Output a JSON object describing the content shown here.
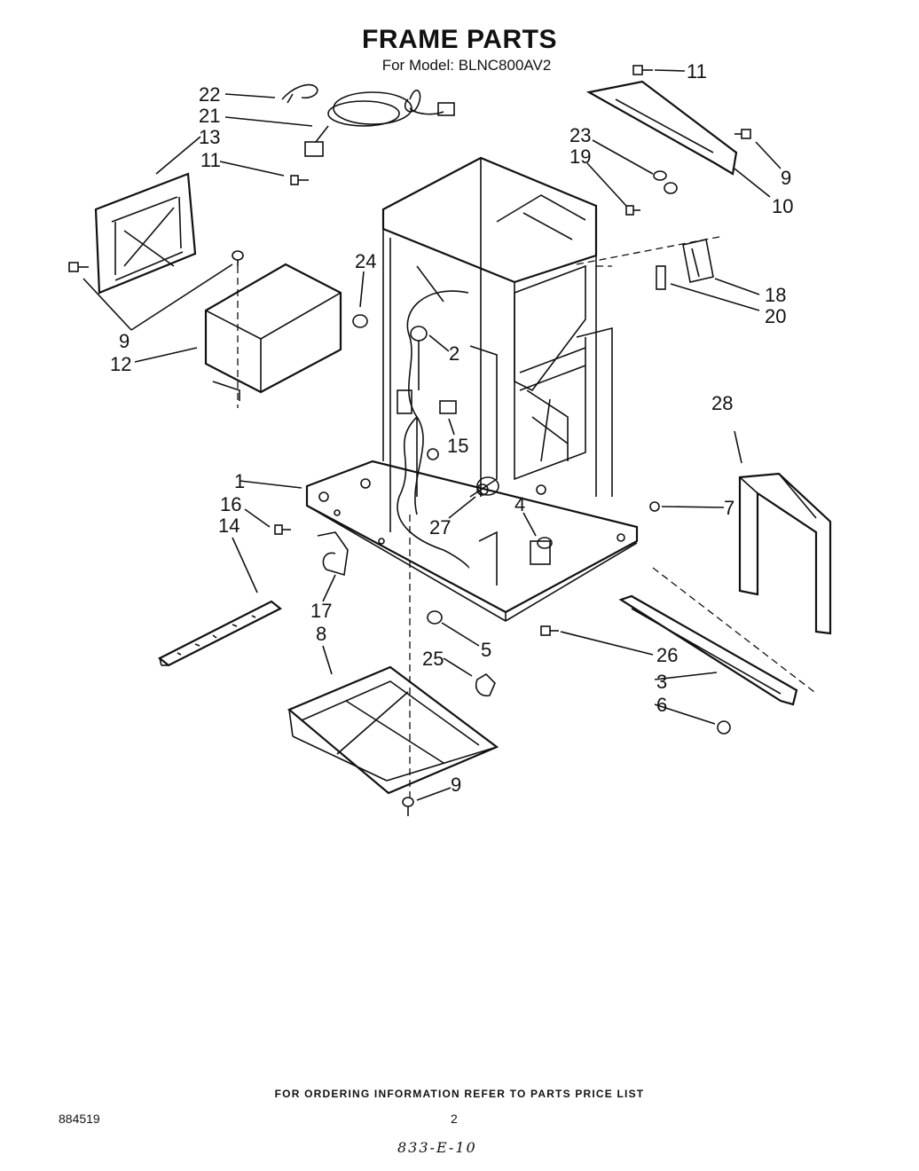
{
  "header": {
    "title": "FRAME PARTS",
    "subtitle": "For Model: BLNC800AV2"
  },
  "callouts": [
    {
      "key": "c22",
      "text": "22"
    },
    {
      "key": "c21",
      "text": "21"
    },
    {
      "key": "c13",
      "text": "13"
    },
    {
      "key": "c11a",
      "text": "11"
    },
    {
      "key": "c9a",
      "text": "9"
    },
    {
      "key": "c12",
      "text": "12"
    },
    {
      "key": "c24",
      "text": "24"
    },
    {
      "key": "c2",
      "text": "2"
    },
    {
      "key": "c15",
      "text": "15"
    },
    {
      "key": "c1",
      "text": "1"
    },
    {
      "key": "c16",
      "text": "16"
    },
    {
      "key": "c14",
      "text": "14"
    },
    {
      "key": "c27",
      "text": "27"
    },
    {
      "key": "c4",
      "text": "4"
    },
    {
      "key": "c17",
      "text": "17"
    },
    {
      "key": "c8",
      "text": "8"
    },
    {
      "key": "c5",
      "text": "5"
    },
    {
      "key": "c25",
      "text": "25"
    },
    {
      "key": "c9b",
      "text": "9"
    },
    {
      "key": "c11b",
      "text": "11"
    },
    {
      "key": "c23a",
      "text": "23"
    },
    {
      "key": "c19",
      "text": "19"
    },
    {
      "key": "c9c",
      "text": "9"
    },
    {
      "key": "c10",
      "text": "10"
    },
    {
      "key": "c18",
      "text": "18"
    },
    {
      "key": "c20",
      "text": "20"
    },
    {
      "key": "c28",
      "text": "28"
    },
    {
      "key": "c7",
      "text": "7"
    },
    {
      "key": "c26",
      "text": "26"
    },
    {
      "key": "c3",
      "text": "3"
    },
    {
      "key": "c6",
      "text": "6"
    }
  ],
  "footer": {
    "ordering_note": "FOR ORDERING INFORMATION REFER TO PARTS PRICE LIST",
    "doc_number": "884519",
    "page_number": "2",
    "handwritten": "833-E-10"
  }
}
